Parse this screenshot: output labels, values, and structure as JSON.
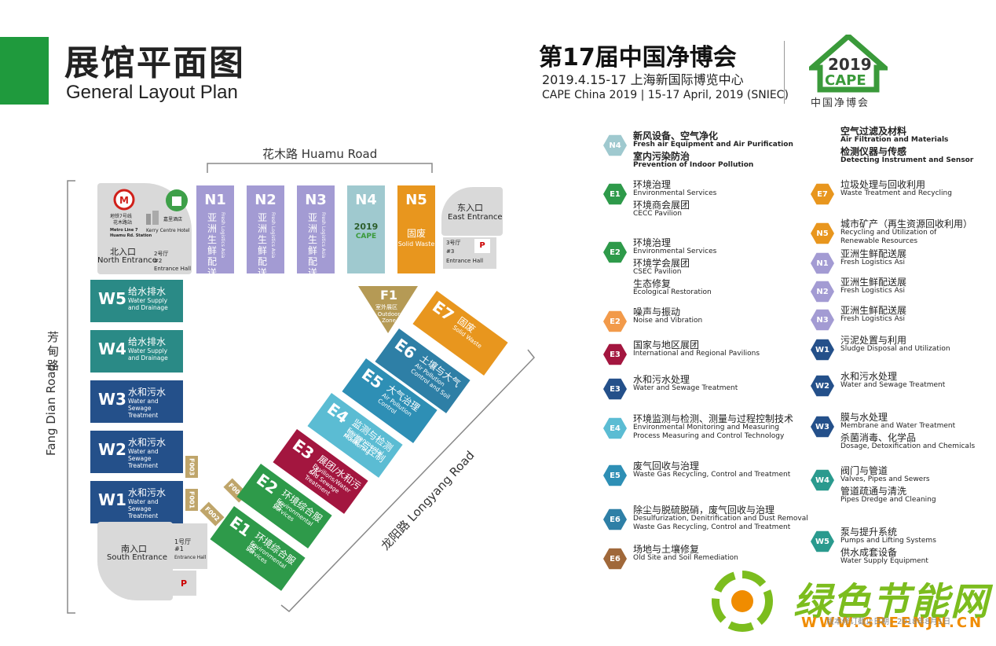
{
  "header": {
    "title_cn": "展馆平面图",
    "title_en": "General Layout Plan",
    "expo_title": "第17届中国净博会",
    "expo_date_venue": "2019.4.15-17 上海新国际博览中心",
    "expo_en": "CAPE China 2019 | 15-17 April, 2019 (SNIEC)",
    "logo_year": "2019",
    "logo_name": "CAPE",
    "logo_cn": "中国净博会"
  },
  "roads": {
    "north": "花木路 Huamu Road",
    "west_cn": "芳甸路",
    "west_en": "Fang Dian Road",
    "east": "龙阳路 Longyang Road"
  },
  "landmarks": {
    "metro_cn": "地铁7号线",
    "metro_cn2": "花木路站",
    "metro_en": "Metro Line 7",
    "metro_en2": "Huamu Rd. Station",
    "hotel_cn": "嘉里酒店",
    "hotel_en": "Kerry Centre Hotel",
    "north_entrance_cn": "北入口",
    "north_entrance_en": "North Entrance",
    "hall2_cn": "2号厅",
    "hall2_no": "#2",
    "hall2_en": "Entrance Hall",
    "east_entrance_cn": "东入口",
    "east_entrance_en": "East Entrance",
    "hall3_cn": "3号厅",
    "hall3_no": "#3",
    "hall3_en": "Entrance Hall",
    "south_entrance_cn": "南入口",
    "south_entrance_en": "South Entrance",
    "hall1_cn": "1号厅",
    "hall1_no": "#1",
    "hall1_en": "Entrance Hall",
    "parking": "P",
    "f1_code": "F1",
    "f1_cn": "室外展区",
    "f1_en": "Outdoor Zone",
    "f_tags": [
      "F003",
      "F001",
      "F002",
      "F006"
    ]
  },
  "north_halls": [
    {
      "code": "N1",
      "cn": "亚洲生鲜配送展",
      "en": "Fresh Logistics Asia",
      "color": "#a39bd3"
    },
    {
      "code": "N2",
      "cn": "亚洲生鲜配送展",
      "en": "Fresh Logistics Asia",
      "color": "#a39bd3"
    },
    {
      "code": "N3",
      "cn": "亚洲生鲜配送展",
      "en": "Fresh Logistics Asia",
      "color": "#a39bd3"
    },
    {
      "code": "N4",
      "cn": "",
      "en": "",
      "color": "#9fc9cf"
    },
    {
      "code": "N5",
      "cn": "固废",
      "en": "Solid Waste",
      "color": "#e8961e"
    }
  ],
  "west_halls": [
    {
      "code": "W5",
      "cn": "给水排水",
      "en": "Water Supply and Drainage",
      "color": "#2a8a86"
    },
    {
      "code": "W4",
      "cn": "给水排水",
      "en": "Water Supply and Drainage",
      "color": "#2a8a86"
    },
    {
      "code": "W3",
      "cn": "水和污水",
      "en": "Water and Sewage Treatment",
      "color": "#24508a"
    },
    {
      "code": "W2",
      "cn": "水和污水",
      "en": "Water and Sewage Treatment",
      "color": "#24508a"
    },
    {
      "code": "W1",
      "cn": "水和污水",
      "en": "Water and Sewage Treatment",
      "color": "#24508a"
    }
  ],
  "east_halls": [
    {
      "code": "E7",
      "cn": "固废",
      "en": "Solid Waste",
      "color": "#e8961e"
    },
    {
      "code": "E6",
      "cn": "土壤与大气",
      "en": "Air Pollution Control and Soil",
      "color": "#2e7fa6"
    },
    {
      "code": "E5",
      "cn": "大气治理",
      "en": "Air Pollution Control",
      "color": "#2e8fb5"
    },
    {
      "code": "E4",
      "cn": "监测与检测 测量与控制",
      "en": "Environmental Monitoring",
      "color": "#5bbcd3"
    },
    {
      "code": "E3",
      "cn": "展团/水和污水",
      "en": "Pavilions/Water and Sewage Treatment",
      "color": "#a3163f"
    },
    {
      "code": "E2",
      "cn": "环境综合服务",
      "en": "Environmental Services",
      "color": "#2e9a4a"
    },
    {
      "code": "E1",
      "cn": "环境综合服务",
      "en": "Environmental Services",
      "color": "#2e9a4a"
    }
  ],
  "legend_left": [
    {
      "code": "N4",
      "color": "#9fc9cf",
      "lines": [
        {
          "t": "新风设备、空气净化",
          "s": "cn"
        },
        {
          "t": "Fresh air Equipment and Air Purification",
          "s": "en"
        },
        {
          "t": "室内污染防治",
          "s": "cn"
        },
        {
          "t": "Prevention of Indoor Pollution",
          "s": "en"
        }
      ]
    },
    {
      "code": "E1",
      "color": "#2e9a4a",
      "lines": [
        {
          "t": "环境治理",
          "s": "cn"
        },
        {
          "t": "Environmental Services",
          "s": "en"
        },
        {
          "t": "环境商会展团",
          "s": "cn"
        },
        {
          "t": "CECC Pavilion",
          "s": "en"
        }
      ]
    },
    {
      "code": "E2",
      "color": "#2e9a4a",
      "lines": [
        {
          "t": "环境治理",
          "s": "cn"
        },
        {
          "t": "Environmental Services",
          "s": "en"
        },
        {
          "t": "环境学会展团",
          "s": "cn"
        },
        {
          "t": "CSEC Pavilion",
          "s": "en"
        },
        {
          "t": "生态修复",
          "s": "cn"
        },
        {
          "t": "Ecological  Restoration",
          "s": "en"
        }
      ]
    },
    {
      "code": "E2",
      "color": "#f29a4a",
      "lines": [
        {
          "t": "噪声与振动",
          "s": "cn"
        },
        {
          "t": "Noise and Vibration",
          "s": "en"
        }
      ]
    },
    {
      "code": "E3",
      "color": "#a3163f",
      "lines": [
        {
          "t": "国家与地区展团",
          "s": "cn"
        },
        {
          "t": "International and Regional Pavilions",
          "s": "en"
        }
      ]
    },
    {
      "code": "E3",
      "color": "#24508a",
      "lines": [
        {
          "t": "水和污水处理",
          "s": "cn"
        },
        {
          "t": "Water and Sewage Treatment",
          "s": "en"
        }
      ]
    },
    {
      "code": "E4",
      "color": "#5bbcd3",
      "lines": [
        {
          "t": "环境监测与检测、测量与过程控制技术",
          "s": "cn"
        },
        {
          "t": "Environmental Monitoring and Measuring",
          "s": "en"
        },
        {
          "t": "Process Measuring and Control Technology",
          "s": "en"
        }
      ]
    },
    {
      "code": "E5",
      "color": "#2e8fb5",
      "lines": [
        {
          "t": "废气回收与治理",
          "s": "cn"
        },
        {
          "t": "Waste Gas Recycling, Control and Treatment",
          "s": "en"
        }
      ]
    },
    {
      "code": "E6",
      "color": "#2e7fa6",
      "lines": [
        {
          "t": "除尘与脱硫脱硝，废气回收与治理",
          "s": "cn"
        },
        {
          "t": "Desulfurization, Denitrification and Dust Removal",
          "s": "en"
        },
        {
          "t": "Waste Gas Recycling, Control and Treatment",
          "s": "en"
        }
      ]
    },
    {
      "code": "E6",
      "color": "#a0683a",
      "lines": [
        {
          "t": "场地与土壤修复",
          "s": "cn"
        },
        {
          "t": "Old Site and Soil Remediation",
          "s": "en"
        }
      ]
    }
  ],
  "legend_right": [
    {
      "code": "",
      "color": "",
      "lines": [
        {
          "t": "空气过滤及材料",
          "s": "cn"
        },
        {
          "t": "Air Filtration and Materials",
          "s": "en"
        },
        {
          "t": "检测仪器与传感",
          "s": "cn"
        },
        {
          "t": "Detecting Instrument and Sensor",
          "s": "en"
        }
      ]
    },
    {
      "code": "E7",
      "color": "#e8961e",
      "lines": [
        {
          "t": "垃圾处理与回收利用",
          "s": "cn"
        },
        {
          "t": "Waste Treatment and Recycling",
          "s": "en"
        }
      ]
    },
    {
      "code": "N5",
      "color": "#e8961e",
      "lines": [
        {
          "t": "城市矿产（再生资源回收利用）",
          "s": "cn"
        },
        {
          "t": "Recycling and Utilization of",
          "s": "en"
        },
        {
          "t": "Renewable Resources",
          "s": "en"
        }
      ]
    },
    {
      "code": "N1",
      "color": "#a39bd3",
      "lines": [
        {
          "t": "亚洲生鲜配送展",
          "s": "cn"
        },
        {
          "t": "Fresh Logistics Asi",
          "s": "en"
        }
      ]
    },
    {
      "code": "N2",
      "color": "#a39bd3",
      "lines": [
        {
          "t": "亚洲生鲜配送展",
          "s": "cn"
        },
        {
          "t": "Fresh Logistics Asi",
          "s": "en"
        }
      ]
    },
    {
      "code": "N3",
      "color": "#a39bd3",
      "lines": [
        {
          "t": "亚洲生鲜配送展",
          "s": "cn"
        },
        {
          "t": "Fresh Logistics Asi",
          "s": "en"
        }
      ]
    },
    {
      "code": "W1",
      "color": "#24508a",
      "lines": [
        {
          "t": "污泥处置与利用",
          "s": "cn"
        },
        {
          "t": "Sludge Disposal and Utilization",
          "s": "en"
        }
      ]
    },
    {
      "code": "W2",
      "color": "#24508a",
      "lines": [
        {
          "t": "水和污水处理",
          "s": "cn"
        },
        {
          "t": "Water and Sewage Treatment",
          "s": "en"
        }
      ]
    },
    {
      "code": "W3",
      "color": "#24508a",
      "lines": [
        {
          "t": "膜与水处理",
          "s": "cn"
        },
        {
          "t": "Membrane and Water Treatment",
          "s": "en"
        },
        {
          "t": "杀菌消毒、化学品",
          "s": "cn"
        },
        {
          "t": "Dosage, Detoxification and Chemicals",
          "s": "en"
        }
      ]
    },
    {
      "code": "W4",
      "color": "#2a9a8e",
      "lines": [
        {
          "t": "阀门与管道",
          "s": "cn"
        },
        {
          "t": "Valves, Pipes and Sewers",
          "s": "en"
        },
        {
          "t": "管道疏通与清洗",
          "s": "cn"
        },
        {
          "t": "Pipes Dredge and Cleaning",
          "s": "en"
        }
      ]
    },
    {
      "code": "W5",
      "color": "#2a9a8e",
      "lines": [
        {
          "t": "泵与提升系统",
          "s": "cn"
        },
        {
          "t": "Pumps and Lifting Systems",
          "s": "en"
        },
        {
          "t": "供水成套设备",
          "s": "cn"
        },
        {
          "t": "Water Supply Equipment",
          "s": "en"
        }
      ]
    }
  ],
  "footer": {
    "update_note": "版本修订截止日期：2018年8月1日",
    "watermark": "绿色节能网",
    "watermark_url": "WWW.GREENJN.CN"
  }
}
